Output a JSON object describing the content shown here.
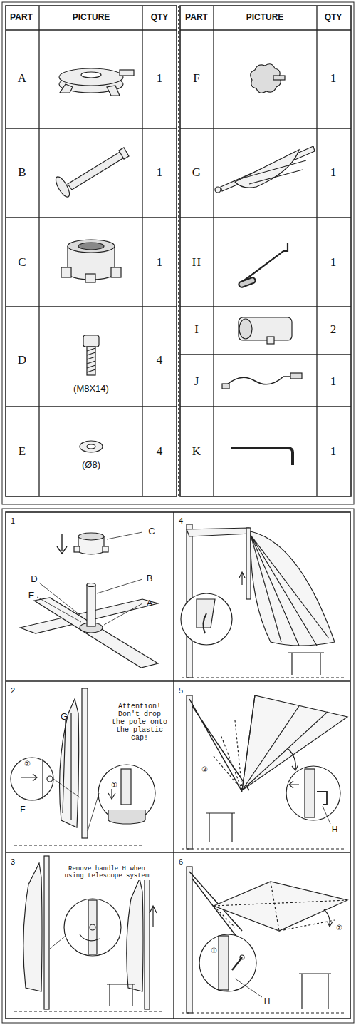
{
  "diagram": {
    "labels": [
      "PART",
      "PICTURE",
      "QTY",
      "PART",
      "PICTURE",
      "QTY",
      "A",
      "1",
      "F",
      "1",
      "B",
      "1",
      "G",
      "1",
      "C",
      "1",
      "H",
      "1",
      "D",
      "(M8X14)",
      "4",
      "I",
      "2",
      "J",
      "1",
      "E",
      "(Ø8)",
      "4",
      "K",
      "1",
      "1",
      "C",
      "D",
      "B",
      "E",
      "A",
      "4",
      "2",
      "G",
      "Attention! Don't drop the pole onto the plastic cap!",
      "②",
      "F",
      "①",
      "5",
      "②",
      "H",
      "3",
      "Remove handle H when using telescope system",
      "6",
      "①",
      "H",
      "②"
    ]
  }
}
